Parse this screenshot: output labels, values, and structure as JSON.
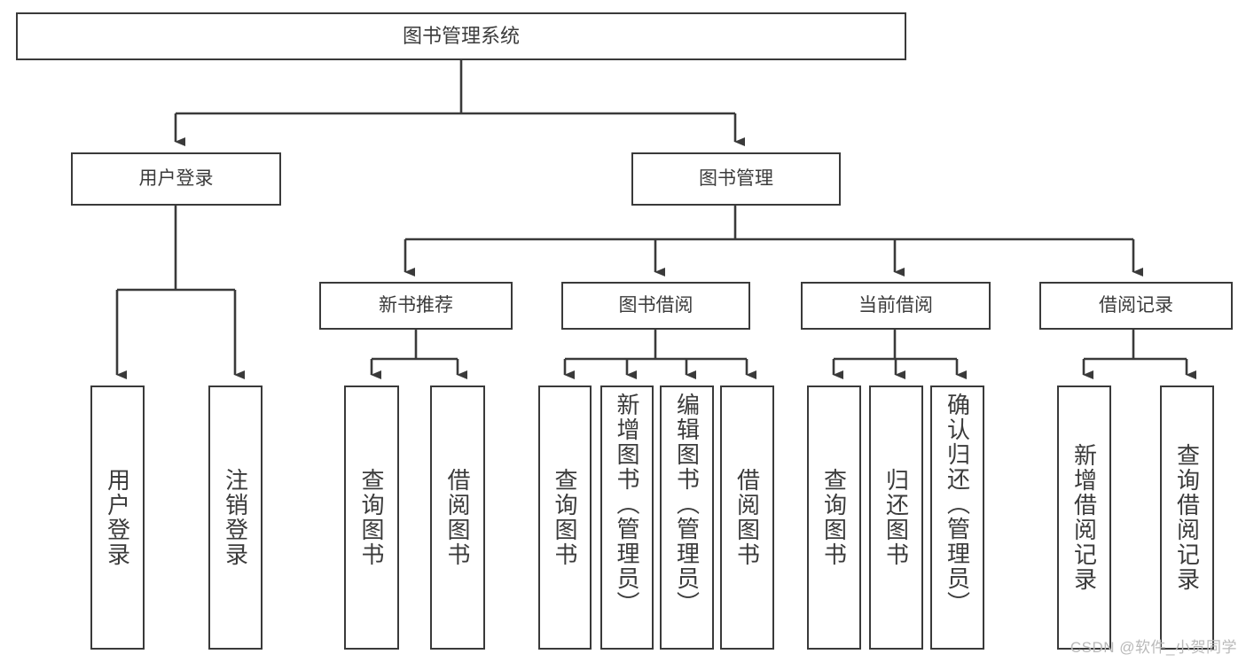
{
  "diagram": {
    "title": "图书管理系统",
    "type": "tree",
    "watermark": "CSDN @软件_小贺同学",
    "colors": {
      "stroke": "#3a3a3a",
      "text": "#3b3b3b",
      "background": "#ffffff",
      "watermark": "#b9b9b9"
    },
    "nodes": {
      "root": {
        "label": "图书管理系统"
      },
      "level2": [
        {
          "label": "用户登录"
        },
        {
          "label": "图书管理"
        }
      ],
      "level3": [
        {
          "label": "新书推荐"
        },
        {
          "label": "图书借阅"
        },
        {
          "label": "当前借阅"
        },
        {
          "label": "借阅记录"
        }
      ],
      "leaves": {
        "user_login": [
          {
            "label": "用户登录"
          },
          {
            "label": "注销登录"
          }
        ],
        "new_book": [
          {
            "label": "查询图书"
          },
          {
            "label": "借阅图书"
          }
        ],
        "book_borrow": [
          {
            "label": "查询图书"
          },
          {
            "label": "新增图书（管理员）"
          },
          {
            "label": "编辑图书（管理员）"
          },
          {
            "label": "借阅图书"
          }
        ],
        "current_borrow": [
          {
            "label": "查询图书"
          },
          {
            "label": "归还图书"
          },
          {
            "label": "确认归还（管理员）"
          }
        ],
        "borrow_record": [
          {
            "label": "新增借阅记录"
          },
          {
            "label": "查询借阅记录"
          }
        ]
      }
    }
  }
}
